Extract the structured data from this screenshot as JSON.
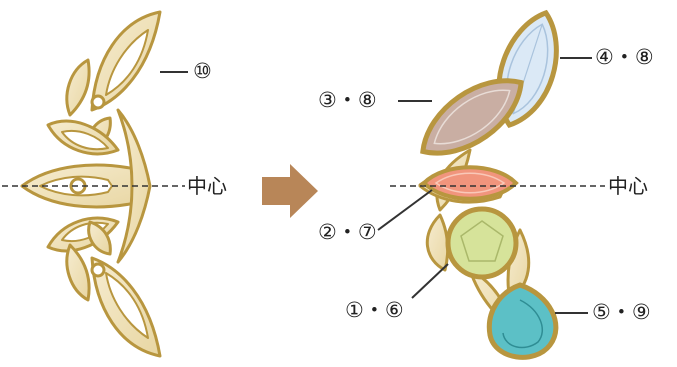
{
  "left_part": {
    "label": "⑩"
  },
  "center_label_left": "中心",
  "center_label_right": "中心",
  "stones": [
    {
      "id": "marquise-top",
      "label": "④・⑧",
      "color": "#dbe9f6"
    },
    {
      "id": "marquise-mauve",
      "label": "③・⑧",
      "color": "#c9aea3"
    },
    {
      "id": "marquise-coral",
      "label": "②・⑦",
      "color": "#f1957d"
    },
    {
      "id": "round-green",
      "label": "①・⑥",
      "color": "#d6e39a"
    },
    {
      "id": "pear-teal",
      "label": "⑤・⑨",
      "color": "#5cc0c6"
    }
  ],
  "colors": {
    "gold": "#b8963f",
    "gold_light": "#f1e3bb",
    "arrow": "#b88658",
    "line": "#333333"
  }
}
